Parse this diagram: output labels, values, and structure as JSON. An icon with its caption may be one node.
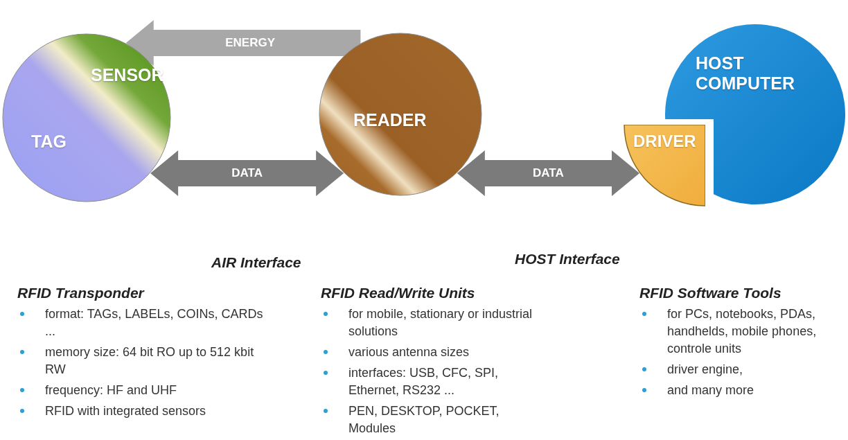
{
  "diagram": {
    "nodes": [
      {
        "text": [
          "SENSOR",
          "TAG"
        ]
      },
      {
        "text": [
          "READER"
        ]
      },
      {
        "text": [
          "HOST COMPUTER"
        ]
      },
      {
        "text": [
          "DRIVER"
        ]
      }
    ],
    "edges": [
      {
        "from": 1,
        "to": 0,
        "arrow": "to",
        "label": "ENERGY",
        "color": "#a8a8a8"
      },
      {
        "from": 0,
        "to": 1,
        "arrow": "both",
        "label": "DATA"
      },
      {
        "from": 1,
        "to": 3,
        "arrow": "both",
        "label": "DATA"
      }
    ],
    "labels": [
      "AIR Interface",
      "HOST Interface",
      "RFID Transponder",
      "format: TAGs, LABELs, COINs, CARDs ...",
      "memory size: 64 bit RO up to 512 kbit RW",
      "frequency: HF and UHF",
      "RFID with integrated sensors",
      "RFID Read/Write Units",
      "for mobile, stationary or industrial solutions",
      "various antenna sizes",
      "interfaces: USB, CFC, SPI, Ethernet, RS232 ...",
      "PEN, DESKTOP, POCKET, Modules",
      "RFID Software Tools",
      "for PCs, notebooks, PDAs, handhelds, mobile phones, controle units",
      "driver engine,",
      "and many more"
    ]
  }
}
